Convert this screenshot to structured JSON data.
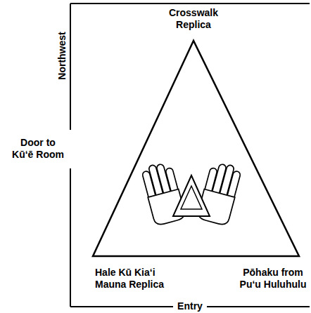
{
  "diagram": {
    "labels": [
      "Crosswalk Replica",
      "Northwest",
      "Door to Kū‘ē Room",
      "Hale Kū Kia‘i Mauna Replica",
      "Pōhaku from Pu‘u Huluhulu",
      "Entry"
    ]
  }
}
